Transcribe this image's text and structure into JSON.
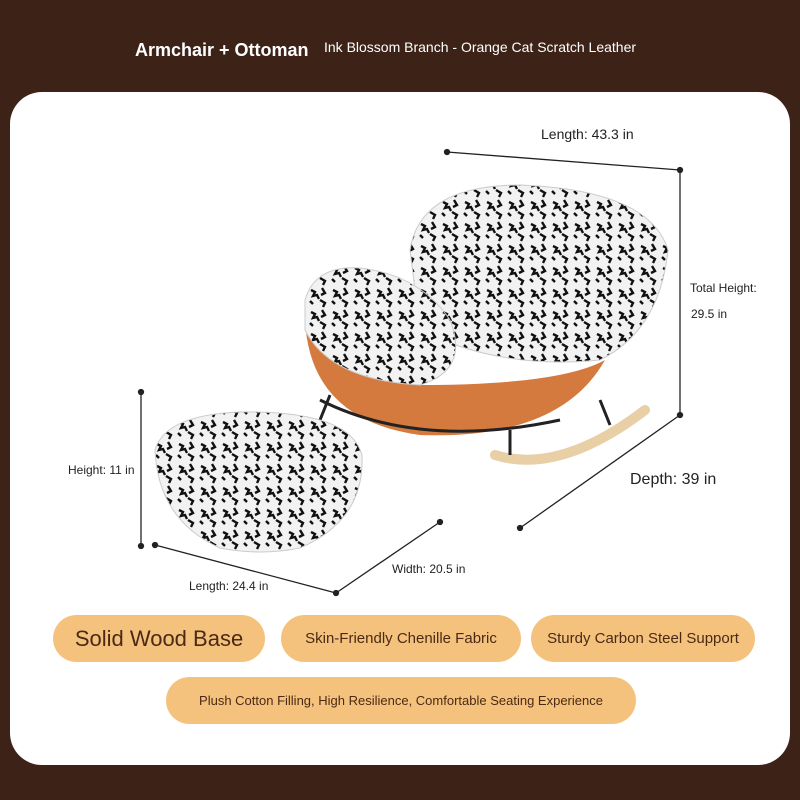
{
  "header": {
    "product": "Armchair + Ottoman",
    "variant": "Ink Blossom Branch - Orange Cat Scratch Leather"
  },
  "dimensions": {
    "chair_length": "Length: 43.3 in",
    "chair_height_label": "Total Height:",
    "chair_height_value": "29.5 in",
    "chair_depth": "Depth: 39 in",
    "ottoman_height": "Height: 11 in",
    "ottoman_length": "Length: 24.4 in",
    "ottoman_width": "Width: 20.5 in"
  },
  "features": [
    "Solid Wood Base",
    "Skin-Friendly Chenille Fabric",
    "Sturdy Carbon Steel Support",
    "Plush Cotton Filling, High Resilience, Comfortable Seating Experience"
  ],
  "colors": {
    "background": "#3d2218",
    "pill": "#f5c27e",
    "leather": "#d57a3e"
  }
}
